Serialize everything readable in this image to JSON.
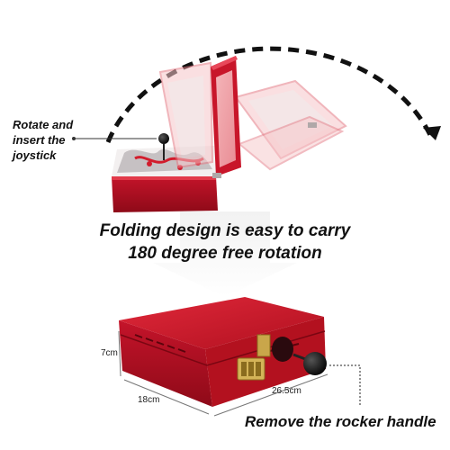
{
  "headline": {
    "line1": "Folding design is easy to carry",
    "line2": "180 degree free rotation"
  },
  "callouts": {
    "rotate": [
      "Rotate and",
      "insert the",
      "joystick"
    ],
    "remove": "Remove the rocker handle"
  },
  "dimensions": {
    "height": "7cm",
    "width": "18cm",
    "length": "26.5cm"
  },
  "colors": {
    "case_red": "#c8162a",
    "screen_pink": "#f2a2a8",
    "text": "#111111"
  }
}
